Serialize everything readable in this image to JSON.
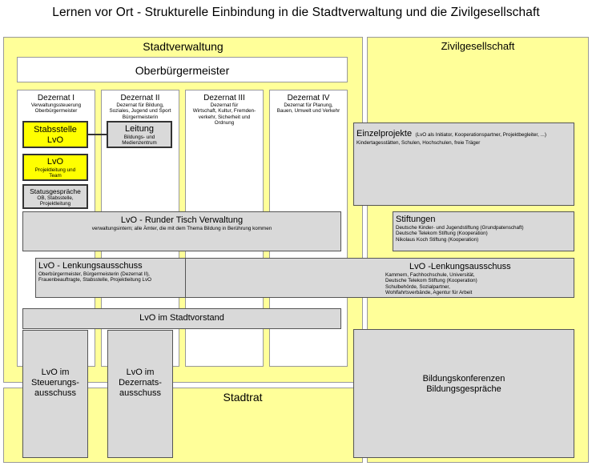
{
  "title": "Lernen vor Ort - Strukturelle Einbindung in die Stadtverwaltung und die Zivilgesellschaft",
  "sections": {
    "stadtverwaltung": "Stadtverwaltung",
    "zivilgesellschaft": "Zivilgesellschaft",
    "stadtrat": "Stadtrat"
  },
  "oberbuergermeister": "Oberbürgermeister",
  "dezernate": [
    {
      "name": "Dezernat I",
      "desc": [
        "Verwaltungssteuerung",
        "Oberbürgermeister"
      ]
    },
    {
      "name": "Dezernat II",
      "desc": [
        "Dezernat für Bildung,",
        "Soziales, Jugend und Sport",
        "Bürgermeisterin"
      ]
    },
    {
      "name": "Dezernat III",
      "desc": [
        "Dezernat für",
        "Wirtschaft, Kultur, Fremden-",
        "verkehr, Sicherheit und",
        "Ordnung"
      ]
    },
    {
      "name": "Dezernat IV",
      "desc": [
        "Dezernat für Planung,",
        "Bauen, Umwelt und Verkehr"
      ]
    }
  ],
  "stabsstelle": {
    "line1": "Stabsstelle",
    "line2": "LvO"
  },
  "leitung": {
    "title": "Leitung",
    "desc": [
      "Bildungs- und",
      "Medienzentrum"
    ]
  },
  "lvo_team": {
    "title": "LvO",
    "desc": [
      "Projektleitung und",
      "Team"
    ]
  },
  "statusgespraeche": {
    "title": "Statusgespräche",
    "desc": [
      "OB, Stabsstelle,",
      "Projektleitung"
    ]
  },
  "runder_tisch": {
    "title": "LvO - Runder Tisch Verwaltung",
    "desc": "verwaltungsintern; alle Ämter, die mit dem Thema Bildung in Berührung kommen"
  },
  "lenkung_left": {
    "title": "LvO - Lenkungsausschuss",
    "desc": [
      "Oberbürgermeister, Bürgermeisterin (Dezernat II),",
      "Frauenbeauftragte, Stabsstelle, Projektleitung LvO"
    ]
  },
  "lenkung_right": {
    "title": "LvO -Lenkungsausschuss",
    "desc": [
      "Kammern, Fachhochschule, Universität,",
      "Deutsche Telekom Stiftung (Kooperation)",
      "Schulbehörde, Sozialpartner,",
      "Wohlfahrtsverbände, Agentur für Arbeit"
    ]
  },
  "stadtvorstand": "LvO im Stadtvorstand",
  "einzelprojekte": {
    "title": "Einzelprojekte",
    "title_note": "(LvO als Initiator, Kooperationspartner, Projektbegleiter, ...)",
    "desc": "Kindertagesstätten, Schulen, Hochschulen, freie Träger"
  },
  "stiftungen": {
    "title": "Stiftungen",
    "desc": [
      "Deutsche Kinder- und Jugendstiftung (Grundpatenschaft)",
      "Deutsche Telekom Stiftung (Kooperation)",
      "Nikolaus Koch Stiftung (Kooperation)"
    ]
  },
  "steuerung": [
    "LvO im",
    "Steuerungs-",
    "ausschuss"
  ],
  "dezernats": [
    "LvO im",
    "Dezernats-",
    "ausschuss"
  ],
  "bildungskonferenzen": [
    "Bildungskonferenzen",
    "Bildungsgespräche"
  ]
}
